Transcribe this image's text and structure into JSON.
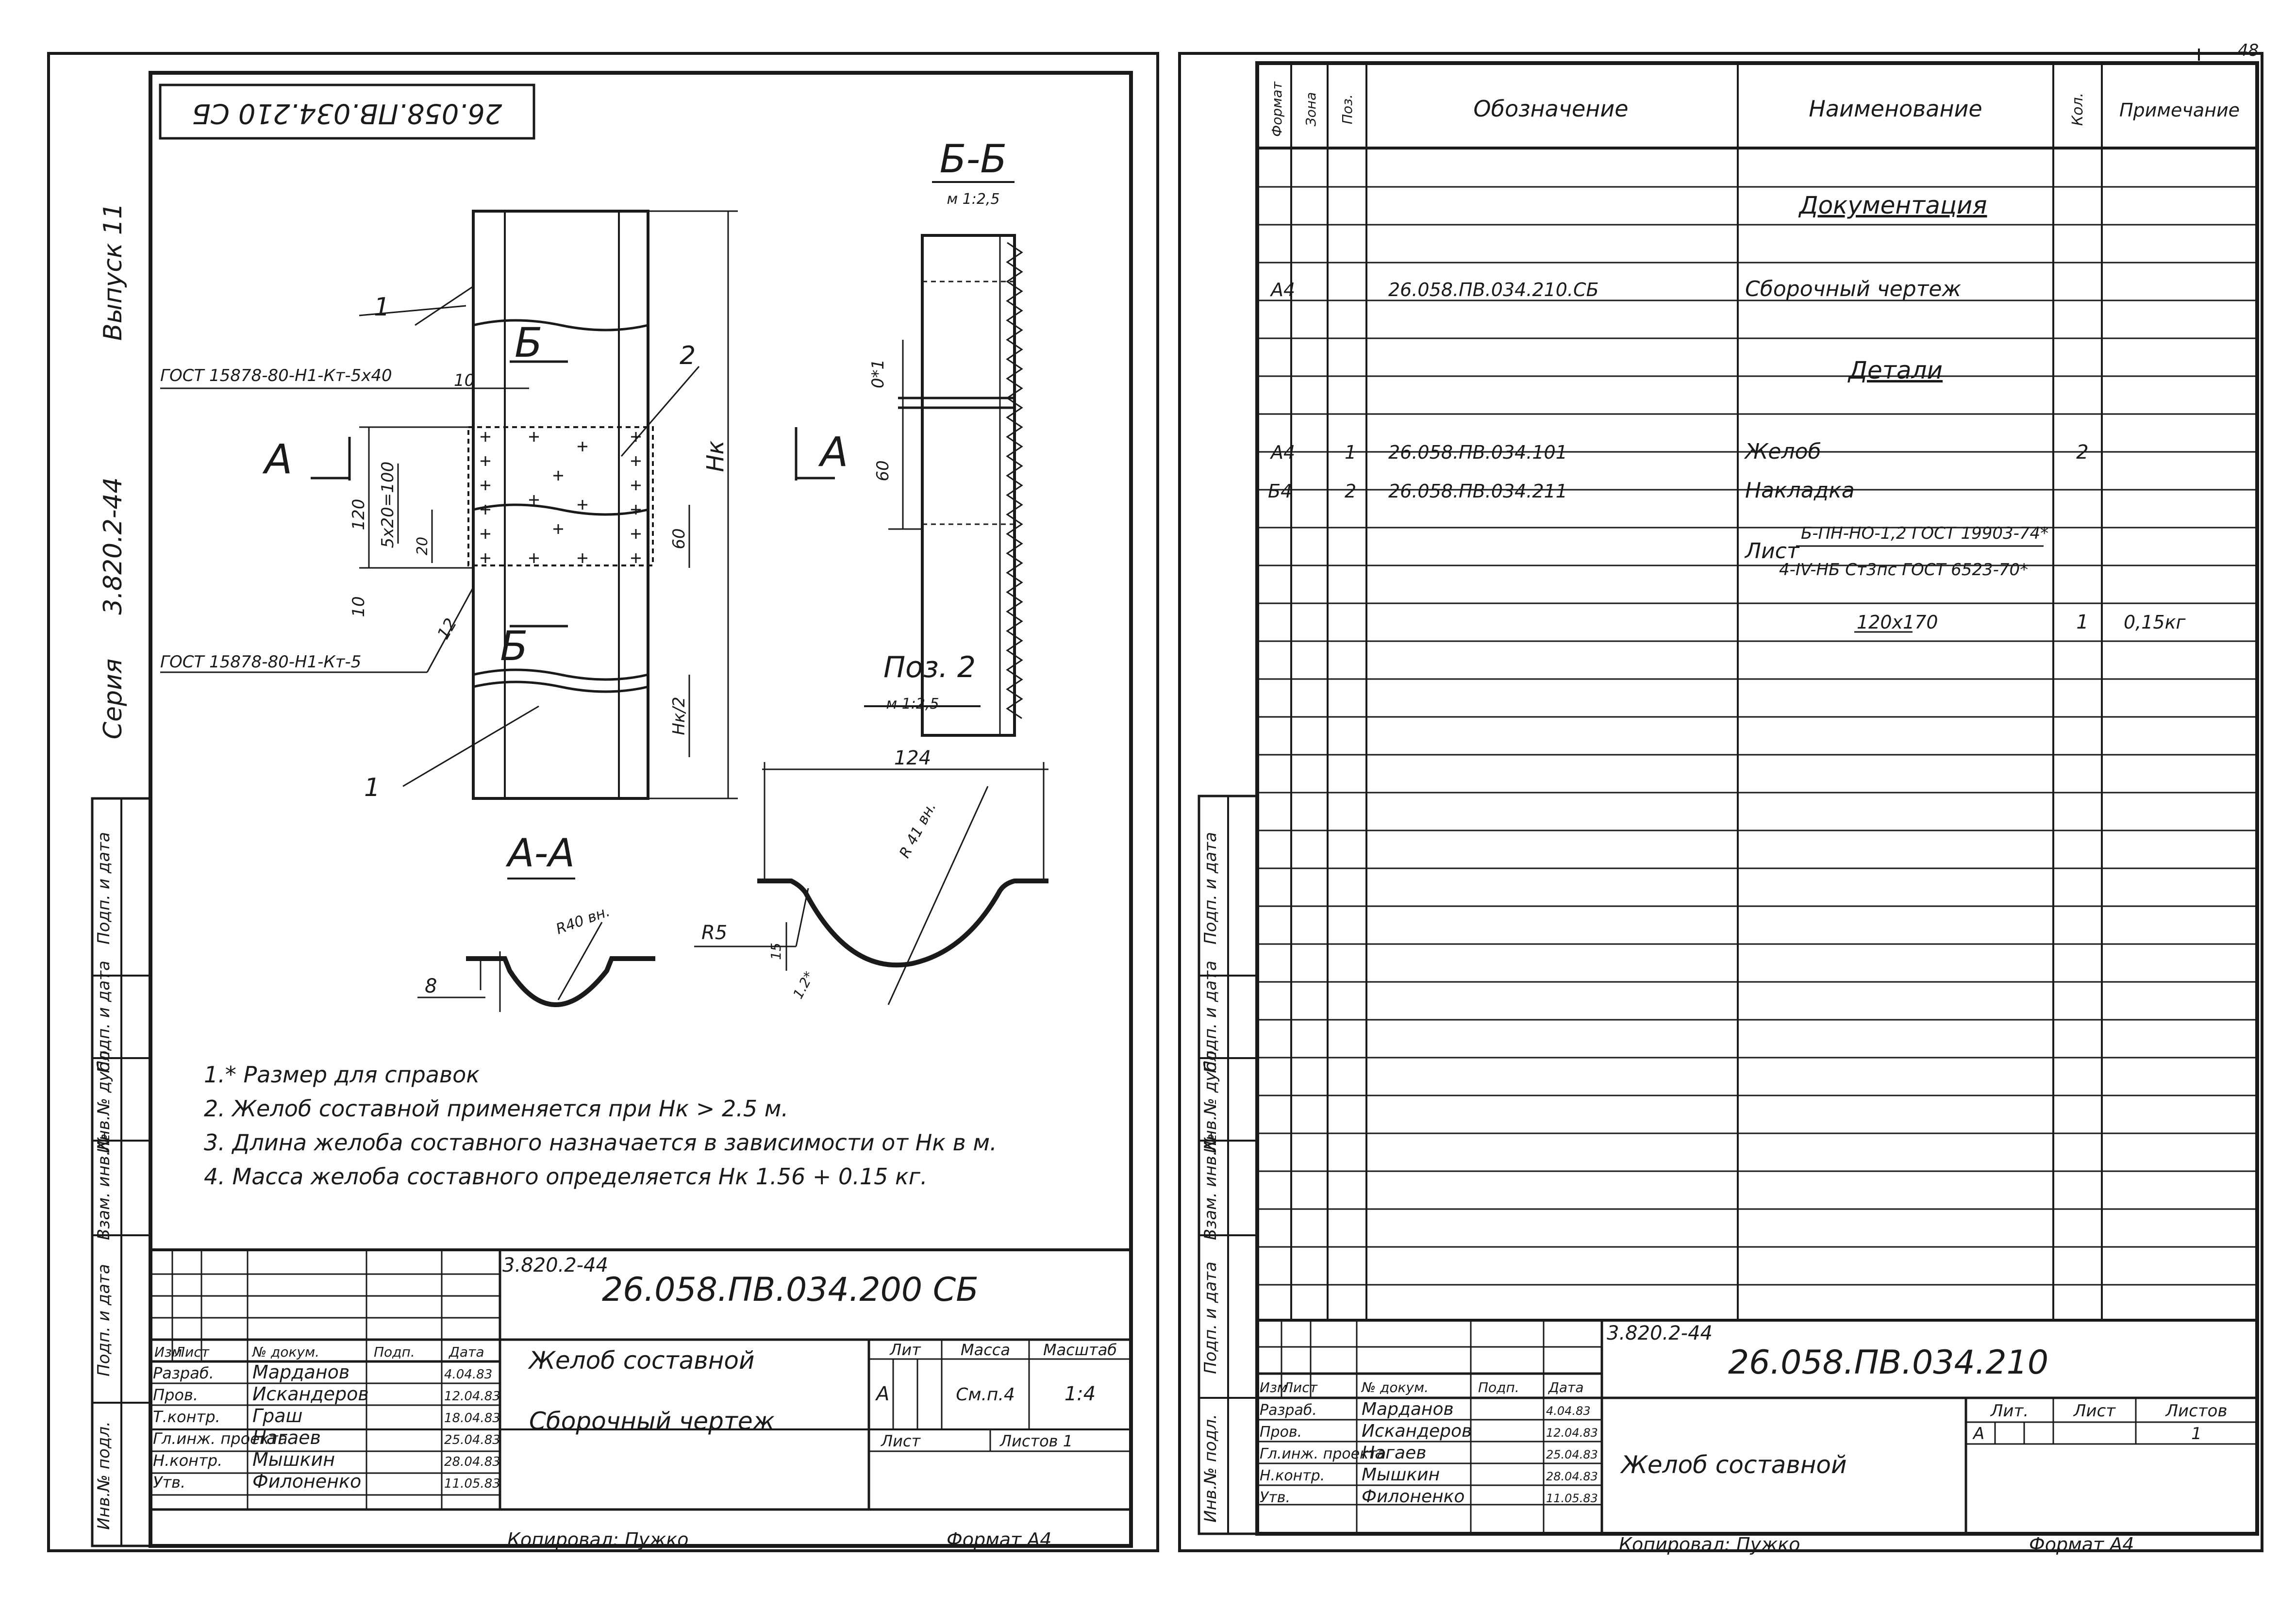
{
  "page_number": "48",
  "left": {
    "stamp_doc": "26.058.ПВ.034.210 СБ",
    "side_strip": {
      "vypusk": "Выпуск 11",
      "seriya_num": "3.820.2-44",
      "seriya": "Серия"
    },
    "side_table": [
      "Подп. и дата",
      "Подп. и дата",
      "Инв.№ дубл.",
      "Взам. инв.№",
      "Подп. и дата",
      "Инв.№ подл."
    ],
    "section_bb": {
      "title": "Б-Б",
      "scale": "м 1:2,5",
      "dim1": "0*1",
      "dim2": "60"
    },
    "main_view": {
      "pos1": "1",
      "pos2": "2",
      "pos1b": "1",
      "gost_top": "ГОСТ 15878-80-Н1-Кт-5х40",
      "gost_top_dim": "10",
      "gost_bot": "ГОСТ 15878-80-Н1-Кт-5",
      "gost_bot_dim": "12",
      "dim_120": "120",
      "dim_5x20": "5х20=100",
      "dim_20": "20",
      "dim_10": "10",
      "dim_60": "60",
      "dim_hk": "Нк",
      "dim_hk2": "Нк/2",
      "mark_a": "А",
      "mark_b": "Б",
      "mark_b2": "Б"
    },
    "section_aa": {
      "title": "А-А",
      "r": "R40 вн.",
      "dim": "8"
    },
    "pos2_view": {
      "title": "Поз. 2",
      "scale": "м 1:2,5",
      "width": "124",
      "r": "R 41 вн.",
      "r5": "R5",
      "dim_15": "15",
      "dim_2": "1.2*"
    },
    "notes": [
      "1.* Размер для справок",
      "2. Желоб составной применяется при Нк > 2.5 м.",
      "3. Длина желоба составного назначается в зависимости от Нк в м.",
      "4. Масса желоба составного определяется Нк 1.56 + 0.15 кг."
    ],
    "title_block": {
      "series": "3.820.2-44",
      "code": "26.058.ПВ.034.200 СБ",
      "name1": "Желоб составной",
      "name2": "Сборочный чертеж",
      "head": [
        "Изм",
        "Лист",
        "№ докум.",
        "Подп.",
        "Дата"
      ],
      "people": [
        [
          "Разраб.",
          "Марданов",
          "4.04.83"
        ],
        [
          "Пров.",
          "Искандеров",
          "12.04.83"
        ],
        [
          "Т.контр.",
          "Граш",
          "18.04.83"
        ],
        [
          "Гл.инж. проекта",
          "Нагаев",
          "25.04.83"
        ],
        [
          "Н.контр.",
          "Мышкин",
          "28.04.83"
        ],
        [
          "Утв.",
          "Филоненко",
          "11.05.83"
        ]
      ],
      "lit_h": "Лит",
      "mass_h": "Масса",
      "scale_h": "Масштаб",
      "lit": "А",
      "mass": "См.п.4",
      "scale": "1:4",
      "sheet_h": "Лист",
      "sheets_h": "Листов 1"
    },
    "footer": {
      "copied": "Копировал: Пужко",
      "format": "Формат А4"
    }
  },
  "right": {
    "table_head": [
      "Формат",
      "Зона",
      "Поз.",
      "Обозначение",
      "Наименование",
      "Кол.",
      "Примечание"
    ],
    "rows": [
      {
        "fmt": "",
        "zone": "",
        "pos": "",
        "code": "",
        "name": "Документация",
        "qty": "",
        "note": "",
        "u": true
      },
      {
        "fmt": "А4",
        "zone": "",
        "pos": "",
        "code": "26.058.ПВ.034.210.СБ",
        "name": "Сборочный чертеж",
        "qty": "",
        "note": ""
      },
      {
        "fmt": "",
        "zone": "",
        "pos": "",
        "code": "",
        "name": "Детали",
        "qty": "",
        "note": "",
        "u": true
      },
      {
        "fmt": "А4",
        "zone": "",
        "pos": "1",
        "code": "26.058.ПВ.034.101",
        "name": "Желоб",
        "qty": "2",
        "note": ""
      },
      {
        "fmt": "Б4",
        "zone": "",
        "pos": "2",
        "code": "26.058.ПВ.034.211",
        "name": "Накладка",
        "qty": "",
        "note": ""
      }
    ],
    "material_lead": "Лист",
    "material_1": "Б-ПН-НО-1,2 ГОСТ 19903-74*",
    "material_2": "4-IV-НБ Ст3пс ГОСТ 6523-70*",
    "size": "120х170",
    "size_qty": "1",
    "size_note": "0,15кг",
    "title_block": {
      "series": "3.820.2-44",
      "code": "26.058.ПВ.034.210",
      "name": "Желоб составной",
      "head": [
        "Изм",
        "Лист",
        "№ докум.",
        "Подп.",
        "Дата"
      ],
      "people": [
        [
          "Разраб.",
          "Марданов",
          "4.04.83"
        ],
        [
          "Пров.",
          "Искандеров",
          "12.04.83"
        ],
        [
          "Гл.инж. проекта",
          "Нагаев",
          "25.04.83"
        ],
        [
          "Н.контр.",
          "Мышкин",
          "28.04.83"
        ],
        [
          "Утв.",
          "Филоненко",
          "11.05.83"
        ]
      ],
      "lit_h": "Лит.",
      "sheet_h": "Лист",
      "sheets_h": "Листов",
      "lit": "А",
      "sheets": "1"
    },
    "footer": {
      "copied": "Копировал: Пужко",
      "format": "Формат А4"
    }
  }
}
